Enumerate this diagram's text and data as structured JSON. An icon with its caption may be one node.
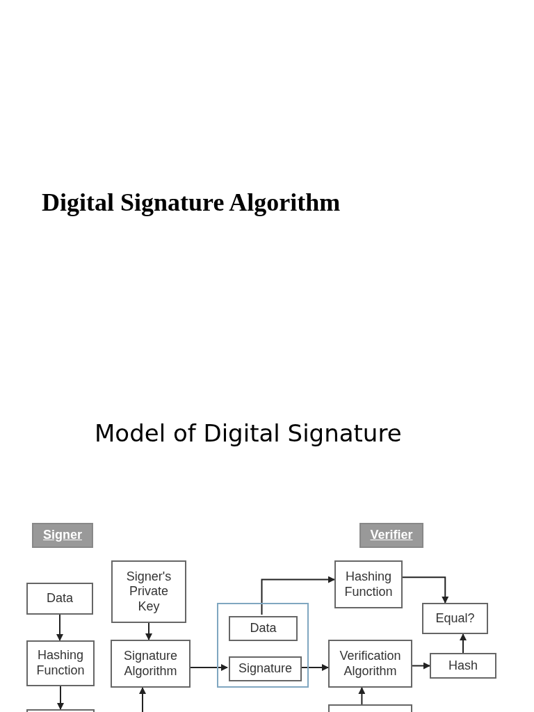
{
  "diagram": {
    "title": "Digital Signature Algorithm",
    "nodes": [
      {
        "text": [
          "Signer"
        ]
      },
      {
        "text": [
          "Verifier"
        ]
      },
      {
        "text": [
          "Data"
        ]
      },
      {
        "text": [
          "Hashing Function"
        ]
      },
      {
        "text": [
          "Signer's Private Key"
        ]
      },
      {
        "text": [
          "Signature Algorithm"
        ]
      },
      {
        "text": [],
        "shape": "box"
      },
      {
        "text": [
          "Data"
        ],
        "in": 6
      },
      {
        "text": [
          "Signature"
        ],
        "in": 6
      },
      {
        "text": [
          "Hashing Function"
        ]
      },
      {
        "text": [
          "Verification Algorithm"
        ]
      },
      {
        "text": [
          "Equal?"
        ]
      },
      {
        "text": [
          "Hash"
        ]
      },
      {
        "text": [],
        "shape": "box"
      },
      {
        "text": [],
        "shape": "box"
      }
    ],
    "edges": [
      {
        "from": 2,
        "to": 3,
        "arrow": "to"
      },
      {
        "from": 4,
        "to": 5,
        "arrow": "to"
      },
      {
        "from": 3,
        "to": 13,
        "arrow": "to"
      },
      {
        "from": null,
        "to": 5,
        "arrow": "to"
      },
      {
        "from": 5,
        "to": 8,
        "arrow": "to"
      },
      {
        "from": 7,
        "to": 9,
        "arrow": "to"
      },
      {
        "from": 8,
        "to": 10,
        "arrow": "to"
      },
      {
        "from": 9,
        "to": 11,
        "arrow": "to"
      },
      {
        "from": 10,
        "to": 12,
        "arrow": "to"
      },
      {
        "from": 12,
        "to": 11,
        "arrow": "to"
      },
      {
        "from": 14,
        "to": 10,
        "arrow": "to"
      }
    ],
    "labels": [
      "Model of Digital Signature"
    ]
  }
}
